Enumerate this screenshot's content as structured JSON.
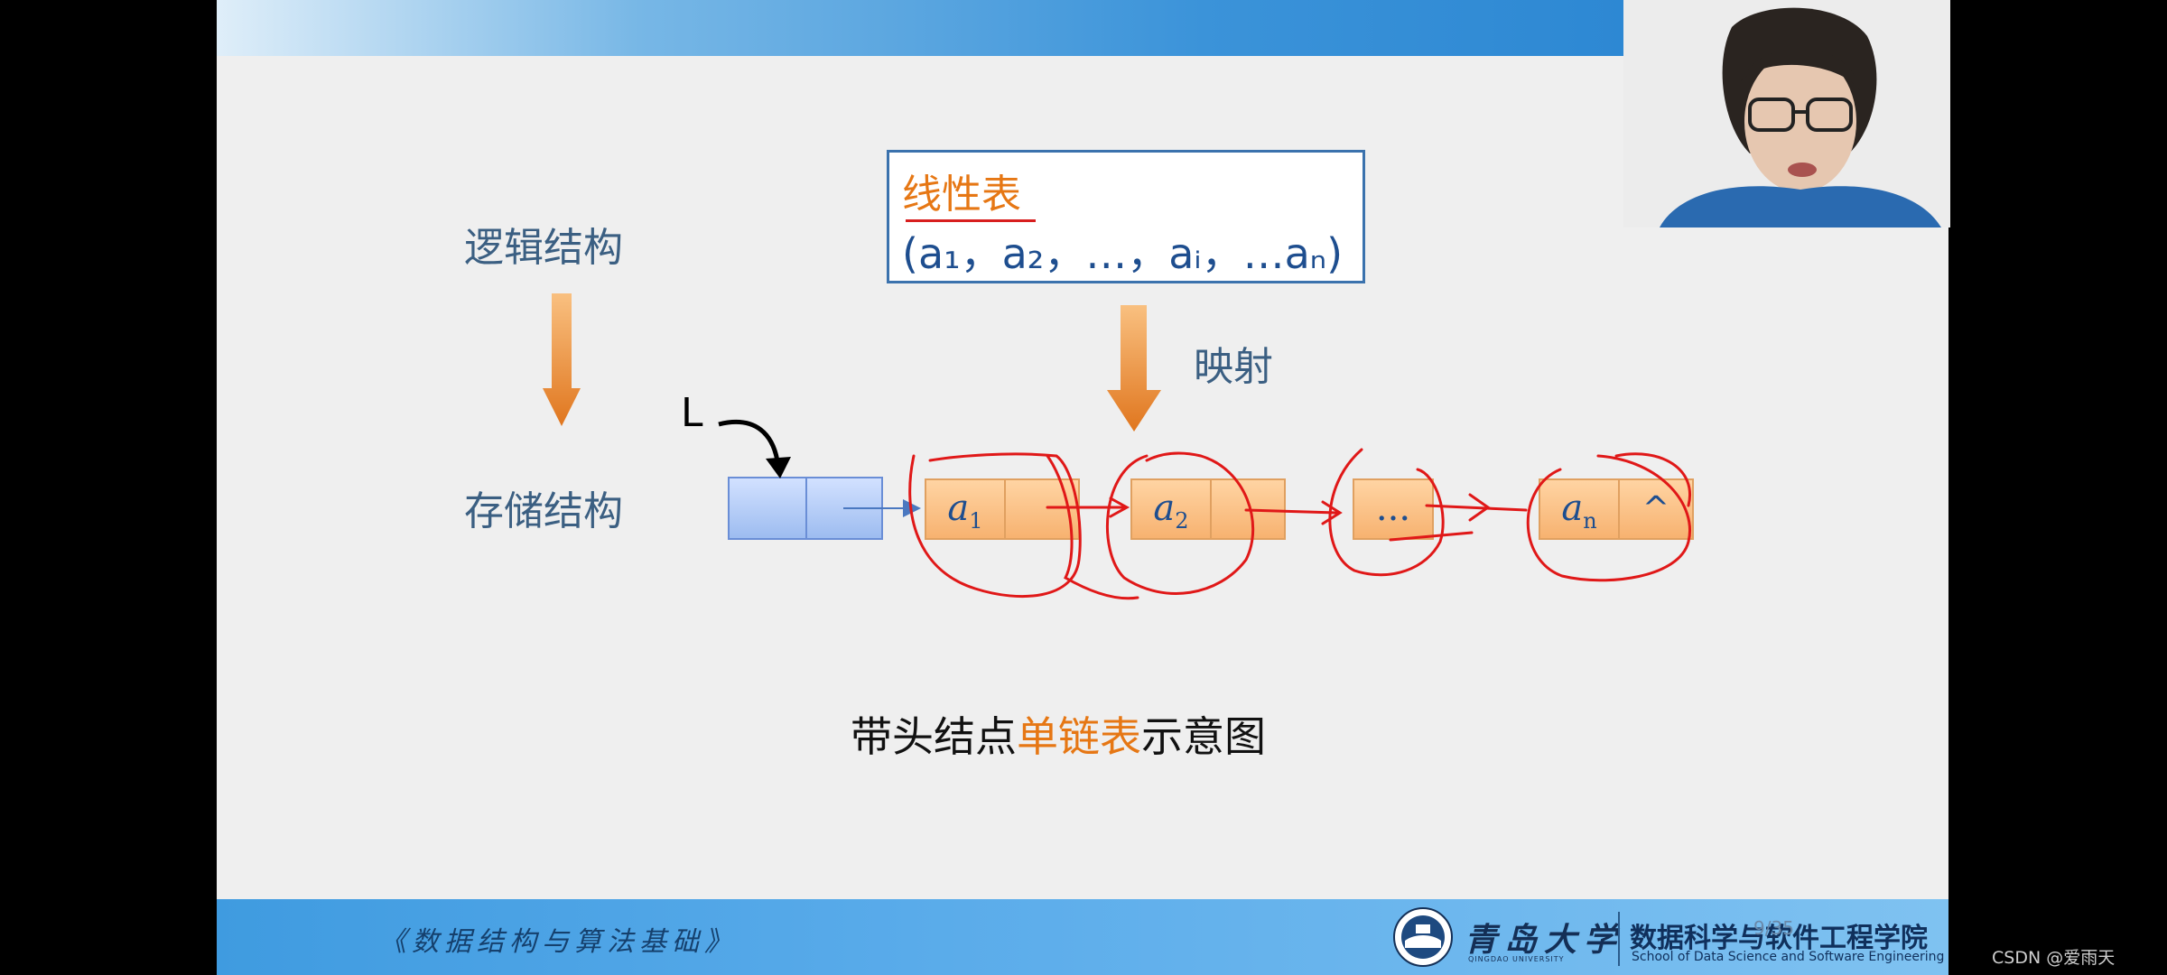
{
  "slide": {
    "logic_label": "逻辑结构",
    "storage_label": "存储结构",
    "linear_title": "线性表",
    "linear_formula": "(a₁，a₂，…，aᵢ，…aₙ)",
    "map_label": "映射",
    "L_label": "L",
    "caption_pre": "带头结点",
    "caption_hl": "单链表",
    "caption_post": "示意图",
    "nodes": [
      {
        "text": "a",
        "sub": "1"
      },
      {
        "text": "a",
        "sub": "2"
      },
      {
        "text": "...",
        "sub": ""
      },
      {
        "text": "a",
        "sub": "n",
        "null_symbol": "^"
      }
    ]
  },
  "footer": {
    "course_title": "《数据结构与算法基础》",
    "university_cn": "青岛大学",
    "university_en": "QINGDAO UNIVERSITY",
    "school_cn": "数据科学与软件工程学院",
    "school_en": "School of Data Science and Software Engineering",
    "page": "9/35"
  },
  "watermark": "CSDN @爱雨天",
  "colors": {
    "accent_orange": "#e67714",
    "text_blue": "#3b5f82",
    "annotation_red": "#e01818"
  }
}
